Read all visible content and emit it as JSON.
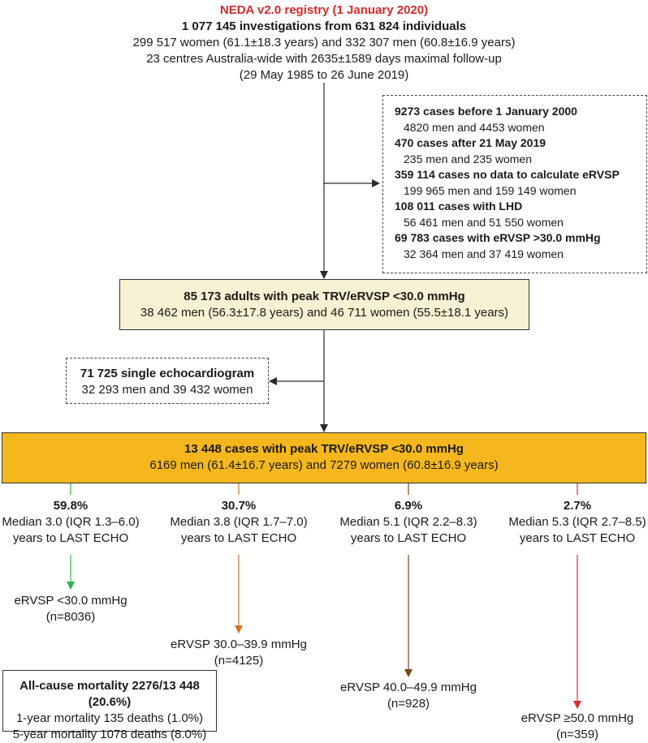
{
  "top": {
    "title": "NEDA v2.0 registry (1 January 2020)",
    "line1": "1 077 145 investigations from 631 824 individuals",
    "line2": "299 517 women (61.1±18.3 years) and 332 307 men (60.8±16.9 years)",
    "line3": "23 centres Australia-wide with 2635±1589 days maximal follow-up",
    "line4": "(29 May 1985 to 26 June 2019)"
  },
  "exclusions": [
    {
      "head": "9273 cases before 1 January 2000",
      "sub": "4820 men and 4453 women"
    },
    {
      "head": "470 cases after 21 May 2019",
      "sub": "235 men and 235 women"
    },
    {
      "head": "359 114 cases no data to calculate eRVSP",
      "sub": "199 965 men and 159 149 women"
    },
    {
      "head": "108 011 cases with LHD",
      "sub": "56 461 men and 51 550 women"
    },
    {
      "head": "69 783 cases with eRVSP >30.0 mmHg",
      "sub": "32 364 men and 37 419 women"
    }
  ],
  "adults_box": {
    "line1": "85 173 adults with peak TRV/eRVSP <30.0 mmHg",
    "line2": "38 462 men (56.3±17.8 years) and 46 711 women (55.5±18.1 years)"
  },
  "single_box": {
    "line1": "71 725 single echocardiogram",
    "line2": "32 293 men and 39 432 women"
  },
  "cases_box": {
    "line1": "13 448 cases with peak TRV/eRVSP <30.0 mmHg",
    "line2": "6169 men (61.4±16.7 years) and 7279 women (60.8±16.9 years)"
  },
  "branches": [
    {
      "pct": "59.8%",
      "median": "Median 3.0 (IQR 1.3–6.0)",
      "years": "years to LAST ECHO",
      "outcome": "eRVSP <30.0 mmHg",
      "n": "(n=8036)",
      "color": "#2db34a"
    },
    {
      "pct": "30.7%",
      "median": "Median 3.8 (IQR 1.7–7.0)",
      "years": "years to LAST ECHO",
      "outcome": "eRVSP 30.0–39.9 mmHg",
      "n": "(n=4125)",
      "color": "#d46f28"
    },
    {
      "pct": "6.9%",
      "median": "Median 5.1 (IQR 2.2–8.3)",
      "years": "years to LAST ECHO",
      "outcome": "eRVSP 40.0–49.9 mmHg",
      "n": "(n=928)",
      "color": "#7a4416"
    },
    {
      "pct": "2.7%",
      "median": "Median 5.3 (IQR 2.7–8.5)",
      "years": "years to LAST ECHO",
      "outcome": "eRVSP ≥50.0 mmHg",
      "n": "(n=359)",
      "color": "#d92b2b"
    }
  ],
  "mortality": {
    "line1": "All-cause mortality 2276/13 448 (20.6%)",
    "line2": "1-year mortality 135 deaths (1.0%)",
    "line3": "5-year mortality 1078 deaths (8.0%)"
  }
}
